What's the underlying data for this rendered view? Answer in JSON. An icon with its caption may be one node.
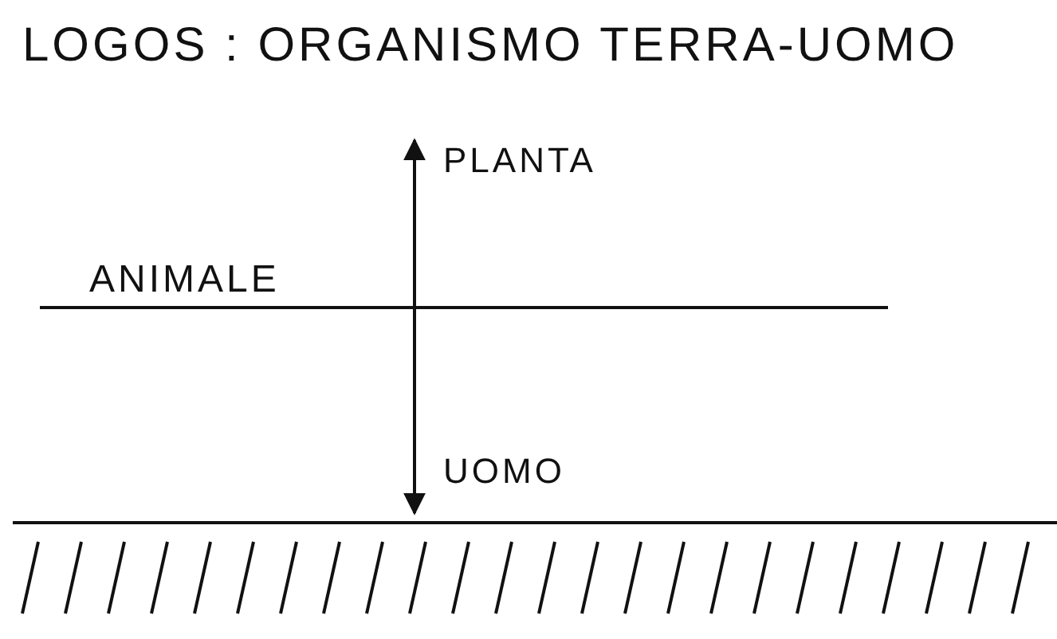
{
  "diagram": {
    "title": "LOGOS : ORGANISMO TERRA-UOMO",
    "labels": [
      "PLANTA",
      "ANIMALE",
      "UOMO"
    ]
  }
}
